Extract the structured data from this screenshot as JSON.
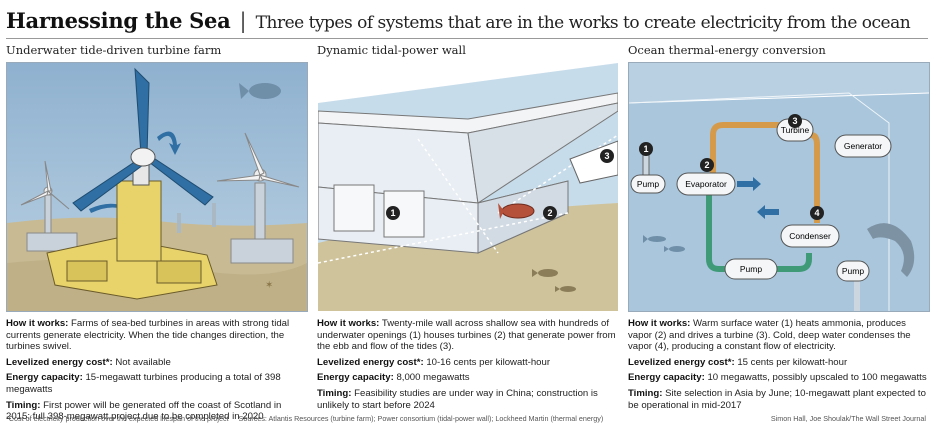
{
  "header": {
    "title": "Harnessing the Sea",
    "separator": "|",
    "subtitle": "Three types of systems that are in the works to create electricity from the ocean"
  },
  "panels": [
    {
      "title": "Underwater tide-driven turbine farm",
      "how_label": "How it works:",
      "how_text": "Farms of sea-bed turbines in areas with strong tidal currents generate electricity. When the tide changes direction, the turbines swivel.",
      "cost_label": "Levelized energy cost*:",
      "cost_text": "Not available",
      "capacity_label": "Energy capacity:",
      "capacity_text": "15-megawatt turbines producing a total of 398 megawatts",
      "timing_label": "Timing:",
      "timing_text": "First power will be generated off the coast of Scotland in 2015; full 398-megawatt project due to be completed in 2020"
    },
    {
      "title": "Dynamic tidal-power wall",
      "how_label": "How it works:",
      "how_text": "Twenty-mile wall across shallow sea with hundreds of underwater openings (1) houses turbines (2) that generate power from the ebb and flow of the tides (3).",
      "cost_label": "Levelized energy cost*:",
      "cost_text": "10-16 cents per kilowatt-hour",
      "capacity_label": "Energy capacity:",
      "capacity_text": "8,000 megawatts",
      "timing_label": "Timing:",
      "timing_text": "Feasibility studies are under way in China; construction is unlikely to start before 2024",
      "markers": [
        "1",
        "2",
        "3"
      ]
    },
    {
      "title": "Ocean thermal-energy conversion",
      "how_label": "How it works:",
      "how_text": "Warm surface water (1) heats ammonia, produces vapor (2) and drives a turbine (3). Cold, deep water condenses the vapor (4), producing a constant flow of electricity.",
      "cost_label": "Levelized energy cost*:",
      "cost_text": "15 cents per kilowatt-hour",
      "capacity_label": "Energy capacity:",
      "capacity_text": "10 megawatts, possibly upscaled to 100 megawatts",
      "timing_label": "Timing:",
      "timing_text": "Site selection in Asia by June; 10-megawatt plant expected to be operational in mid-2017",
      "markers": [
        "1",
        "2",
        "3",
        "4"
      ],
      "components": {
        "pump_left": "Pump",
        "evaporator": "Evaporator",
        "turbine": "Turbine",
        "generator": "Generator",
        "condenser": "Condenser",
        "pump_bottom": "Pump",
        "pump_right": "Pump"
      }
    }
  ],
  "footer": {
    "note": "*Cost of electricity production over the expected lifespan of the project",
    "sources": "Sources: Atlantis Resources (turbine farm); Power consortium (tidal-power wall); Lockheed Martin (thermal energy)",
    "credit": "Simon Hall, Joe Shoulak/The Wall Street Journal"
  },
  "colors": {
    "water": "#a9c6dc",
    "seabed": "#cdbf97",
    "turbine_base": "#e7d36a",
    "blade": "#2f6fa3",
    "warm_pipe": "#d59a4a",
    "cold_pipe": "#3f9a78",
    "wall": "#e8eef3",
    "turbine_red": "#b5503a"
  }
}
